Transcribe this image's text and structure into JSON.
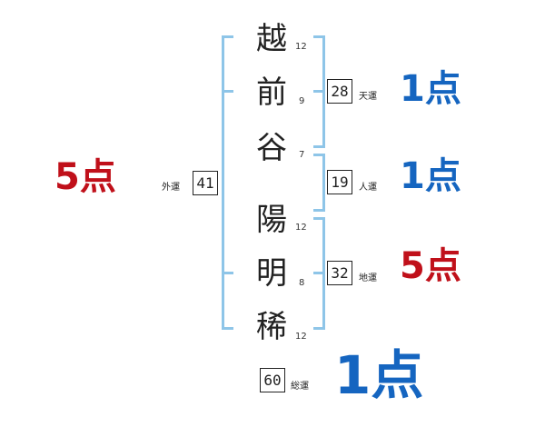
{
  "name": {
    "chars": [
      {
        "char": "越",
        "strokes": "12"
      },
      {
        "char": "前",
        "strokes": "9"
      },
      {
        "char": "谷",
        "strokes": "7"
      },
      {
        "char": "陽",
        "strokes": "12"
      },
      {
        "char": "明",
        "strokes": "8"
      },
      {
        "char": "稀",
        "strokes": "12"
      }
    ]
  },
  "fortunes": {
    "ten": {
      "label": "天運",
      "value": "28",
      "score": "1点"
    },
    "jin": {
      "label": "人運",
      "value": "19",
      "score": "1点"
    },
    "chi": {
      "label": "地運",
      "value": "32",
      "score": "5点"
    },
    "gai": {
      "label": "外運",
      "value": "41",
      "score": "5点"
    },
    "sou": {
      "label": "総運",
      "value": "60",
      "score": "1点"
    }
  },
  "colors": {
    "bracket": "#8ec5e8",
    "good": "#1565c0",
    "bad": "#c0101a"
  }
}
